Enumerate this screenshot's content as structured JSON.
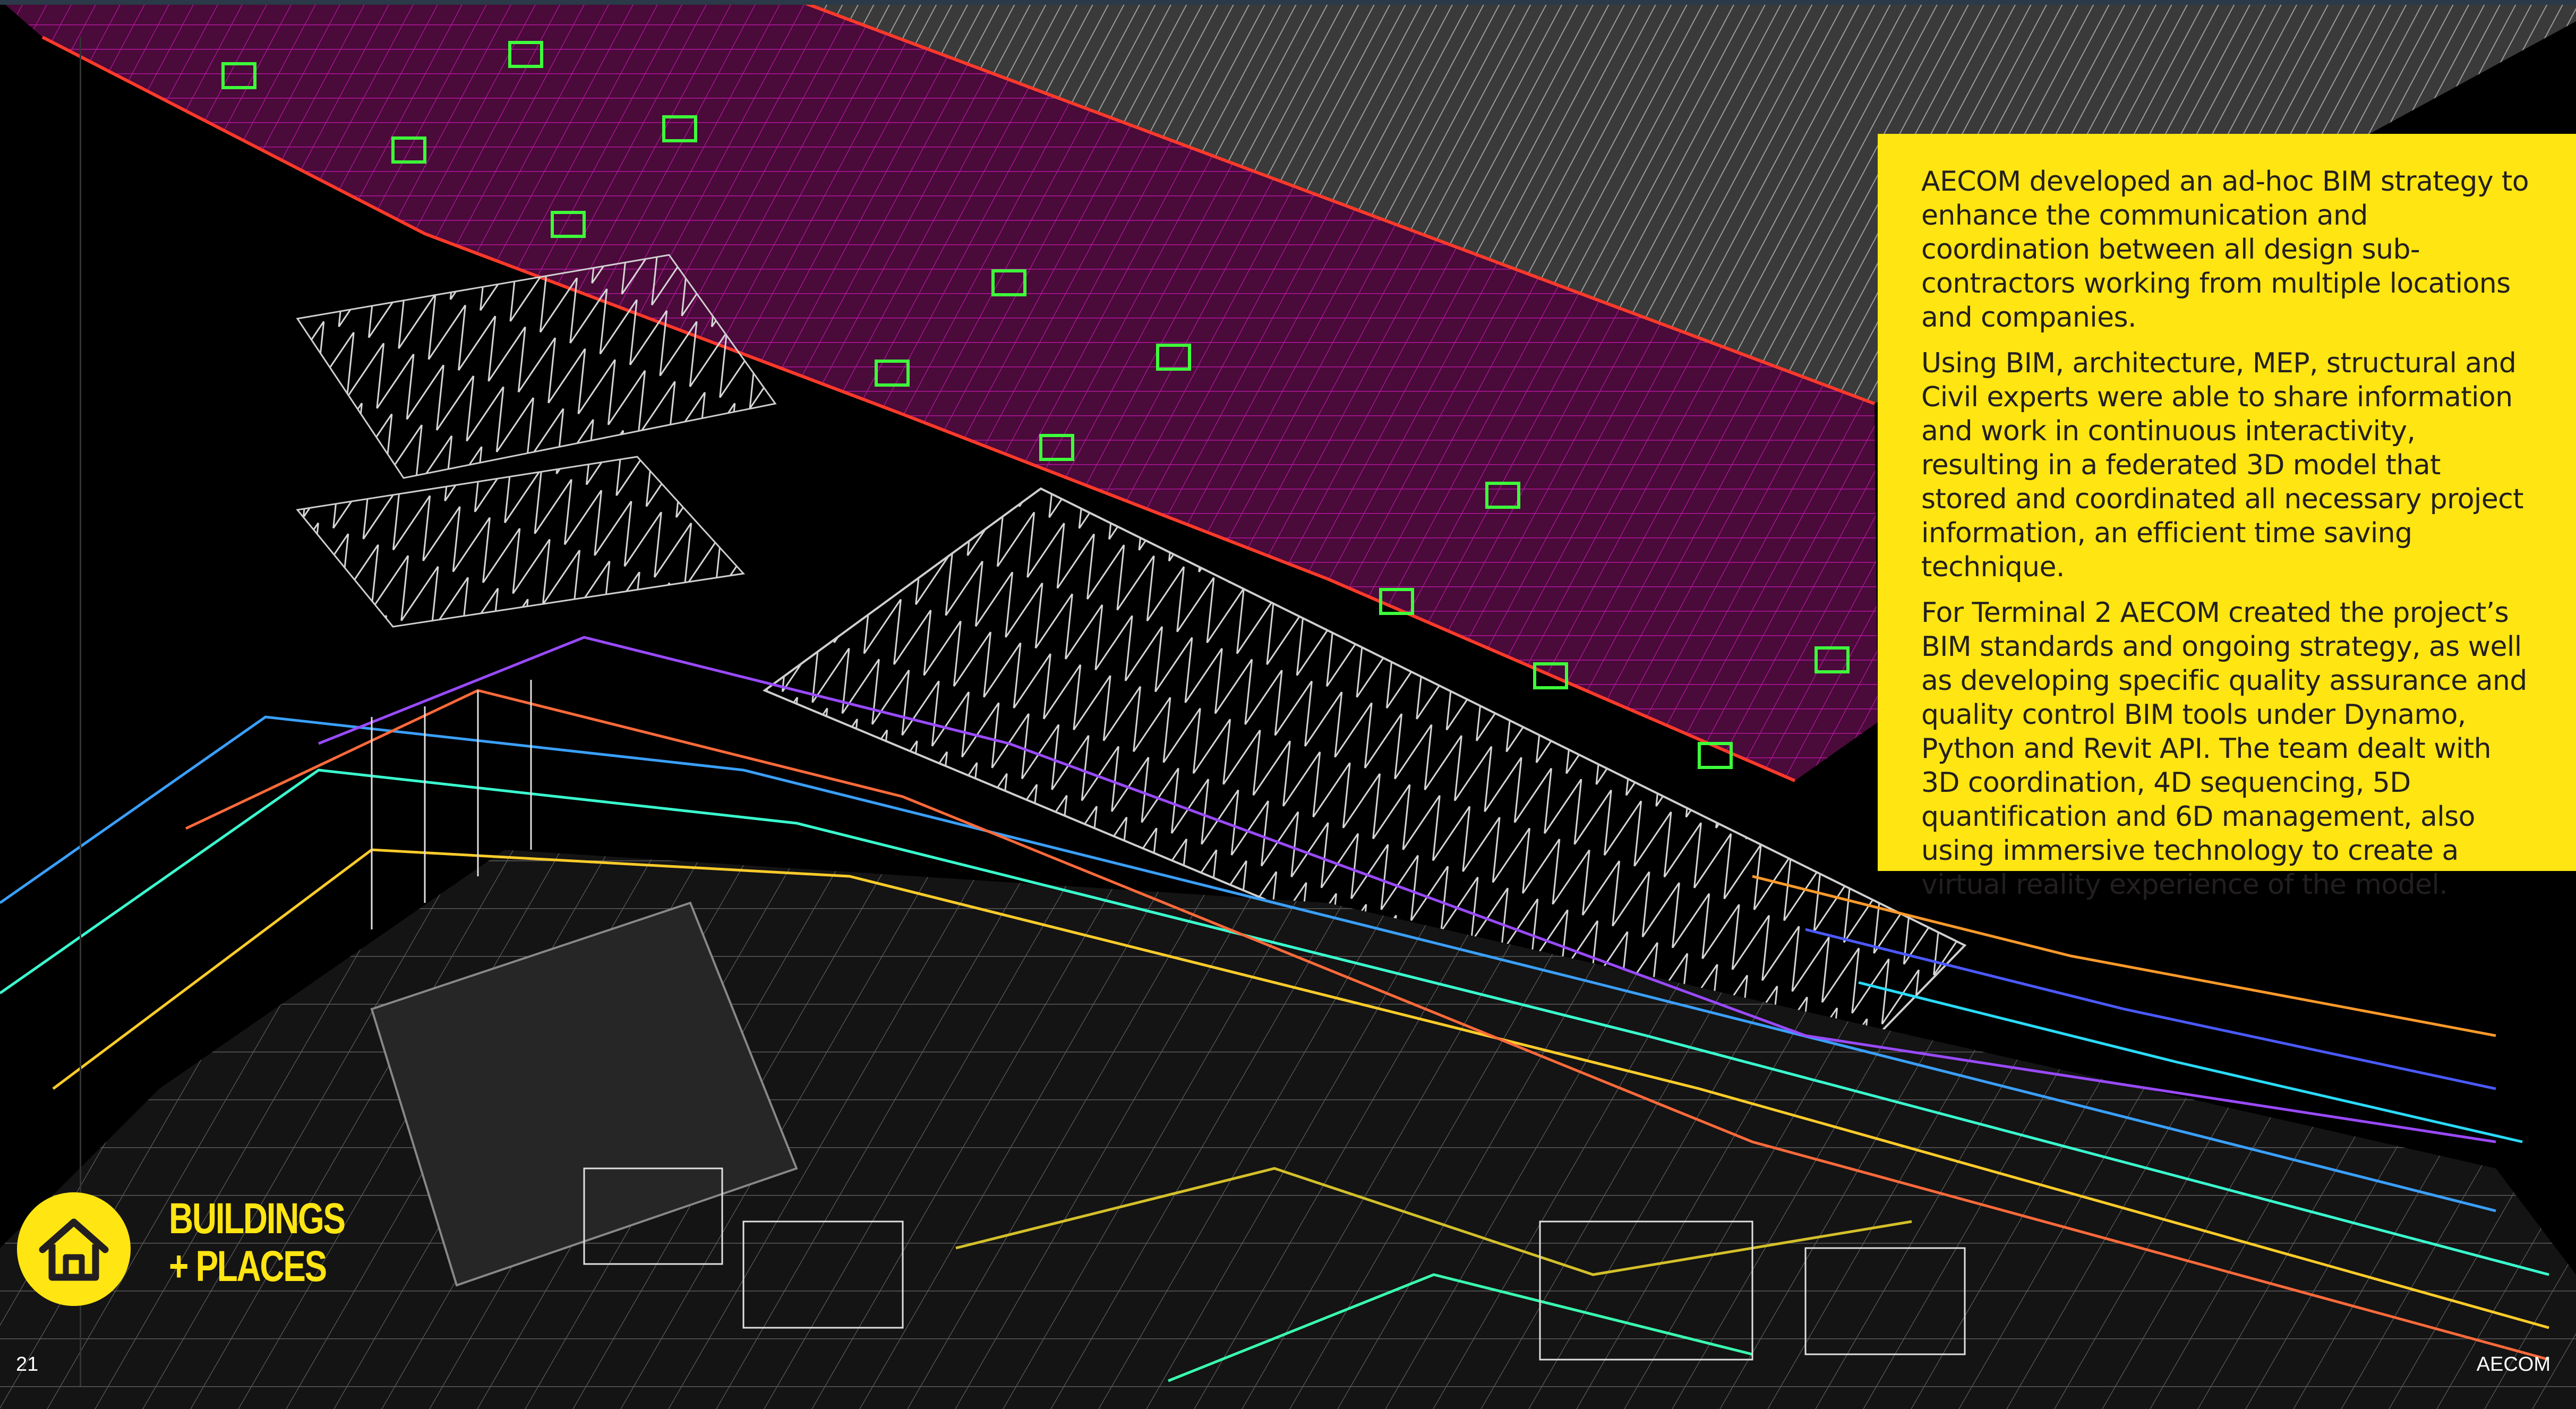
{
  "panel": {
    "paragraphs": [
      "AECOM developed an ad-hoc BIM strategy to enhance the communication and coordination between all design sub-contractors working from multiple locations and companies.",
      "Using BIM, architecture, MEP, structural and Civil experts were able to share information and work in continuous interactivity, resulting in a federated 3D model that stored and coordinated all necessary project information, an efficient time saving technique.",
      "For Terminal 2 AECOM created the project’s BIM standards and ongoing strategy, as well as developing specific quality assurance and quality control BIM tools under Dynamo, Python and Revit API. The team dealt with 3D coordination, 4D sequencing, 5D quantification and 6D management, also using immersive technology to create a virtual reality experience of the model."
    ]
  },
  "section": {
    "icon": "house-icon",
    "line1": "BUILDINGS",
    "line2": "+ PLACES"
  },
  "footer": {
    "page_number": "21",
    "brand": "AECOM"
  },
  "colors": {
    "accent_yellow": "#ffe512",
    "background": "#000000"
  }
}
